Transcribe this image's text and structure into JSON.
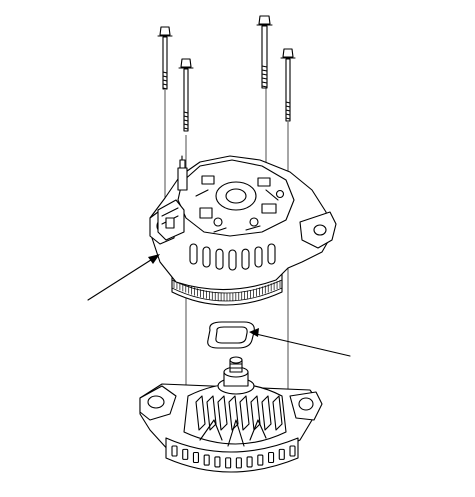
{
  "diagram": {
    "parts": [
      {
        "id": "bolt",
        "label": "",
        "count": 4
      },
      {
        "id": "rear-housing",
        "label": ""
      },
      {
        "id": "gasket",
        "label": ""
      },
      {
        "id": "front-housing",
        "label": ""
      }
    ],
    "callouts": [
      {
        "id": "rear-housing-callout",
        "target": "rear-housing",
        "text": ""
      },
      {
        "id": "gasket-callout",
        "target": "gasket",
        "text": ""
      }
    ],
    "colors": {
      "line": "#000000",
      "background": "#ffffff"
    }
  }
}
